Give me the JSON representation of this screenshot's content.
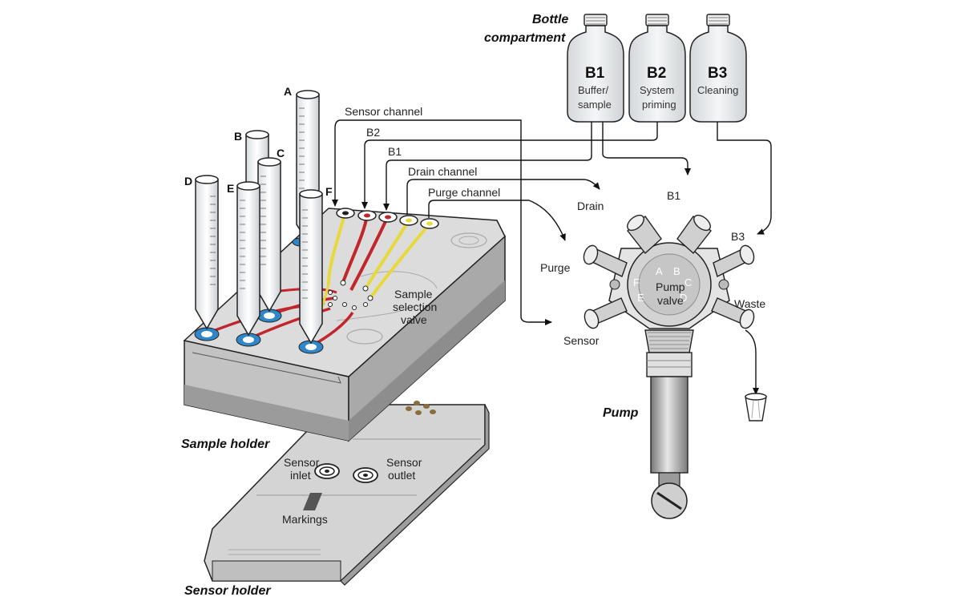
{
  "bottles": {
    "compartment_title_line1": "Bottle",
    "compartment_title_line2": "compartment",
    "b1": {
      "id": "B1",
      "line1": "Buffer/",
      "line2": "sample"
    },
    "b2": {
      "id": "B2",
      "line1": "System",
      "line2": "priming"
    },
    "b3": {
      "id": "B3",
      "line1": "Cleaning",
      "line2": ""
    }
  },
  "channels": {
    "sensor_channel": "Sensor channel",
    "b2": "B2",
    "b1": "B1",
    "drain_channel": "Drain channel",
    "purge_channel": "Purge channel"
  },
  "tubes": {
    "a": "A",
    "b": "B",
    "c": "C",
    "d": "D",
    "e": "E",
    "f": "F"
  },
  "sample_valve": {
    "line1": "Sample",
    "line2": "selection",
    "line3": "valve"
  },
  "pump_valve": {
    "line1": "Pump",
    "line2": "valve",
    "ports": {
      "a": "A",
      "b": "B",
      "c": "C",
      "d": "D",
      "e": "E",
      "f": "F"
    },
    "drain": "Drain",
    "b1": "B1",
    "b3": "B3",
    "purge": "Purge",
    "waste": "Waste",
    "sensor": "Sensor"
  },
  "pump": "Pump",
  "sample_holder": "Sample holder",
  "sensor_holder": {
    "title": "Sensor holder",
    "inlet_line1": "Sensor",
    "inlet_line2": "inlet",
    "outlet_line1": "Sensor",
    "outlet_line2": "outlet",
    "markings": "Markings"
  },
  "colors": {
    "red_channel": "#c0262c",
    "yellow_channel": "#e7d93a",
    "blue_well": "#2f86c8",
    "body_gray": "#d9d9d9",
    "dark_gray": "#a8a8a8",
    "line": "#222222"
  }
}
